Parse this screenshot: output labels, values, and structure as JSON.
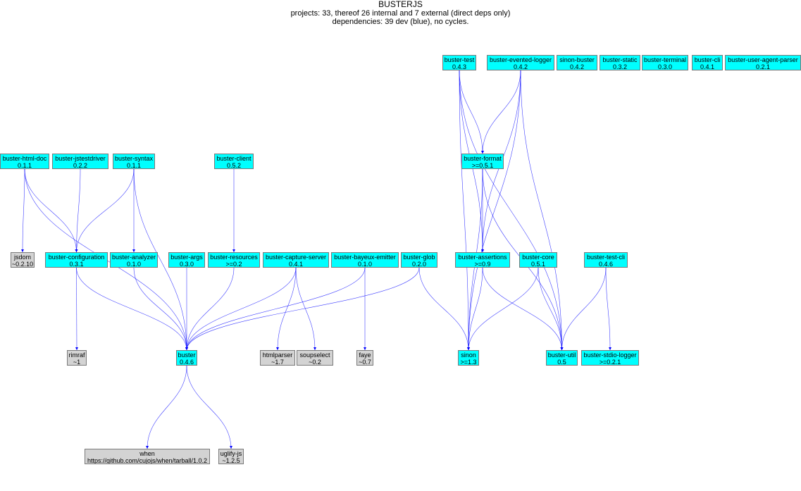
{
  "header": {
    "title": "BUSTERJS",
    "line1": "projects: 33, thereof 26 internal and 7 external (direct deps only)",
    "line2": "dependencies: 39 dev (blue), no cycles."
  },
  "colors": {
    "internal": "#00ffff",
    "external": "#d3d3d3",
    "edge": "#0000ff"
  },
  "nodes": [
    {
      "id": "buster-test",
      "name": "buster-test",
      "version": "0.4.3",
      "kind": "internal"
    },
    {
      "id": "buster-evented-logger",
      "name": "buster-evented-logger",
      "version": "0.4.2",
      "kind": "internal"
    },
    {
      "id": "sinon-buster",
      "name": "sinon-buster",
      "version": "0.4.2",
      "kind": "internal"
    },
    {
      "id": "buster-static",
      "name": "buster-static",
      "version": "0.3.2",
      "kind": "internal"
    },
    {
      "id": "buster-terminal",
      "name": "buster-terminal",
      "version": "0.3.0",
      "kind": "internal"
    },
    {
      "id": "buster-cli",
      "name": "buster-cli",
      "version": "0.4.1",
      "kind": "internal"
    },
    {
      "id": "buster-user-agent-parser",
      "name": "buster-user-agent-parser",
      "version": "0.2.1",
      "kind": "internal"
    },
    {
      "id": "buster-html-doc",
      "name": "buster-html-doc",
      "version": "0.1.1",
      "kind": "internal"
    },
    {
      "id": "buster-jstestdriver",
      "name": "buster-jstestdriver",
      "version": "0.2.2",
      "kind": "internal"
    },
    {
      "id": "buster-syntax",
      "name": "buster-syntax",
      "version": "0.1.1",
      "kind": "internal"
    },
    {
      "id": "buster-client",
      "name": "buster-client",
      "version": "0.5.2",
      "kind": "internal"
    },
    {
      "id": "buster-format",
      "name": "buster-format",
      "version": ">=0.5.1",
      "kind": "internal"
    },
    {
      "id": "jsdom",
      "name": "jsdom",
      "version": "~0.2.10",
      "kind": "external"
    },
    {
      "id": "buster-configuration",
      "name": "buster-configuration",
      "version": "0.3.1",
      "kind": "internal"
    },
    {
      "id": "buster-analyzer",
      "name": "buster-analyzer",
      "version": "0.1.0",
      "kind": "internal"
    },
    {
      "id": "buster-args",
      "name": "buster-args",
      "version": "0.3.0",
      "kind": "internal"
    },
    {
      "id": "buster-resources",
      "name": "buster-resources",
      "version": ">=0.2",
      "kind": "internal"
    },
    {
      "id": "buster-capture-server",
      "name": "buster-capture-server",
      "version": "0.4.1",
      "kind": "internal"
    },
    {
      "id": "buster-bayeux-emitter",
      "name": "buster-bayeux-emitter",
      "version": "0.1.0",
      "kind": "internal"
    },
    {
      "id": "buster-glob",
      "name": "buster-glob",
      "version": "0.2.0",
      "kind": "internal"
    },
    {
      "id": "buster-assertions",
      "name": "buster-assertions",
      "version": ">=0.9",
      "kind": "internal"
    },
    {
      "id": "buster-core",
      "name": "buster-core",
      "version": "0.5.1",
      "kind": "internal"
    },
    {
      "id": "buster-test-cli",
      "name": "buster-test-cli",
      "version": "0.4.6",
      "kind": "internal"
    },
    {
      "id": "rimraf",
      "name": "rimraf",
      "version": "~1",
      "kind": "external"
    },
    {
      "id": "buster",
      "name": "buster",
      "version": "0.4.6",
      "kind": "internal"
    },
    {
      "id": "htmlparser",
      "name": "htmlparser",
      "version": "~1.7",
      "kind": "external"
    },
    {
      "id": "soupselect",
      "name": "soupselect",
      "version": "~0.2",
      "kind": "external"
    },
    {
      "id": "faye",
      "name": "faye",
      "version": "~0.7",
      "kind": "external"
    },
    {
      "id": "sinon",
      "name": "sinon",
      "version": ">=1.3",
      "kind": "internal"
    },
    {
      "id": "buster-util",
      "name": "buster-util",
      "version": "0.5",
      "kind": "internal"
    },
    {
      "id": "buster-stdio-logger",
      "name": "buster-stdio-logger",
      "version": ">=0.2.1",
      "kind": "internal"
    },
    {
      "id": "when",
      "name": "when",
      "version": "https://github.com/cujojs/when/tarball/1.0.2",
      "kind": "external"
    },
    {
      "id": "uglify-js",
      "name": "uglify-js",
      "version": "~1.2.5",
      "kind": "external"
    }
  ],
  "edges": [
    [
      "buster-test",
      "buster-format"
    ],
    [
      "buster-test",
      "buster-assertions"
    ],
    [
      "buster-test",
      "sinon"
    ],
    [
      "buster-test",
      "buster-util"
    ],
    [
      "buster-evented-logger",
      "buster-format"
    ],
    [
      "buster-evented-logger",
      "buster-assertions"
    ],
    [
      "buster-evented-logger",
      "sinon"
    ],
    [
      "buster-evented-logger",
      "buster-util"
    ],
    [
      "buster-html-doc",
      "jsdom"
    ],
    [
      "buster-html-doc",
      "buster-configuration"
    ],
    [
      "buster-html-doc",
      "buster"
    ],
    [
      "buster-jstestdriver",
      "buster-configuration"
    ],
    [
      "buster-syntax",
      "buster-configuration"
    ],
    [
      "buster-syntax",
      "buster-analyzer"
    ],
    [
      "buster-syntax",
      "buster"
    ],
    [
      "buster-client",
      "buster-resources"
    ],
    [
      "buster-format",
      "buster-assertions"
    ],
    [
      "buster-format",
      "sinon"
    ],
    [
      "buster-format",
      "buster-util"
    ],
    [
      "buster-configuration",
      "rimraf"
    ],
    [
      "buster-configuration",
      "buster"
    ],
    [
      "buster-analyzer",
      "buster"
    ],
    [
      "buster-args",
      "buster"
    ],
    [
      "buster-resources",
      "buster"
    ],
    [
      "buster-capture-server",
      "buster"
    ],
    [
      "buster-capture-server",
      "htmlparser"
    ],
    [
      "buster-capture-server",
      "soupselect"
    ],
    [
      "buster-bayeux-emitter",
      "buster"
    ],
    [
      "buster-bayeux-emitter",
      "faye"
    ],
    [
      "buster-glob",
      "buster"
    ],
    [
      "buster-glob",
      "sinon"
    ],
    [
      "buster-assertions",
      "sinon"
    ],
    [
      "buster-assertions",
      "buster-util"
    ],
    [
      "buster-core",
      "sinon"
    ],
    [
      "buster-core",
      "buster-util"
    ],
    [
      "buster-test-cli",
      "buster-util"
    ],
    [
      "buster-test-cli",
      "buster-stdio-logger"
    ],
    [
      "buster",
      "when"
    ],
    [
      "buster",
      "uglify-js"
    ]
  ]
}
